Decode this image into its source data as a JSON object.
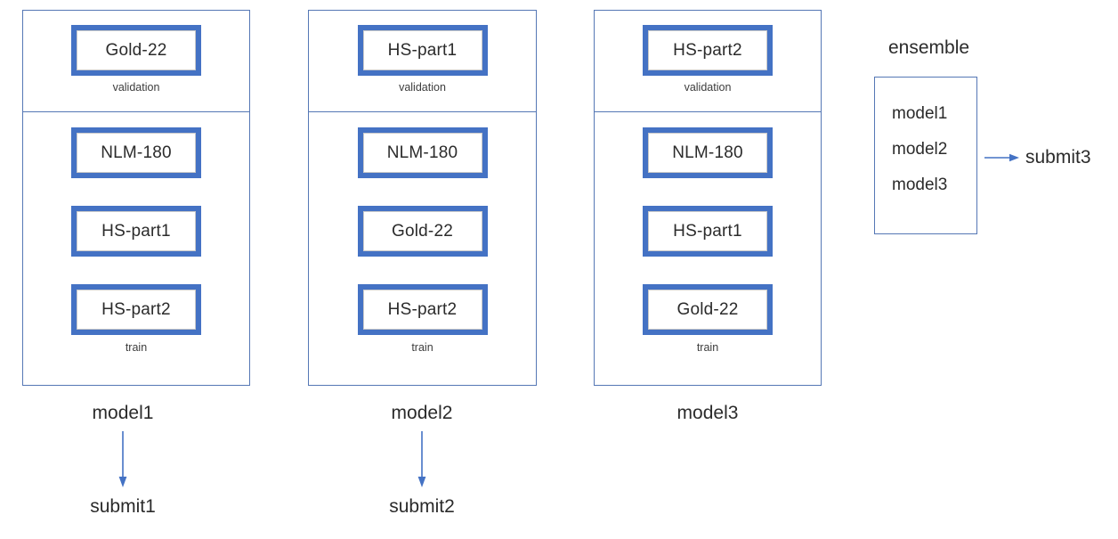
{
  "diagram": {
    "title_text": "",
    "accent_color": "#4472c4",
    "outline_color": "#5577b5",
    "arrow_color": "#4472c4",
    "folds": [
      {
        "model_label": "model1",
        "submit_label": "submit1",
        "validation": {
          "caption": "validation",
          "datasets": [
            "Gold-22"
          ]
        },
        "train": {
          "caption": "train",
          "datasets": [
            "NLM-180",
            "HS-part1",
            "HS-part2"
          ]
        }
      },
      {
        "model_label": "model2",
        "submit_label": "submit2",
        "validation": {
          "caption": "validation",
          "datasets": [
            "HS-part1"
          ]
        },
        "train": {
          "caption": "train",
          "datasets": [
            "NLM-180",
            "Gold-22",
            "HS-part2"
          ]
        }
      },
      {
        "model_label": "model3",
        "submit_label": "",
        "validation": {
          "caption": "validation",
          "datasets": [
            "HS-part2"
          ]
        },
        "train": {
          "caption": "train",
          "datasets": [
            "NLM-180",
            "HS-part1",
            "Gold-22"
          ]
        }
      }
    ],
    "ensemble": {
      "title": "ensemble",
      "members": [
        "model1",
        "model2",
        "model3"
      ],
      "output_label": "submit3"
    }
  }
}
